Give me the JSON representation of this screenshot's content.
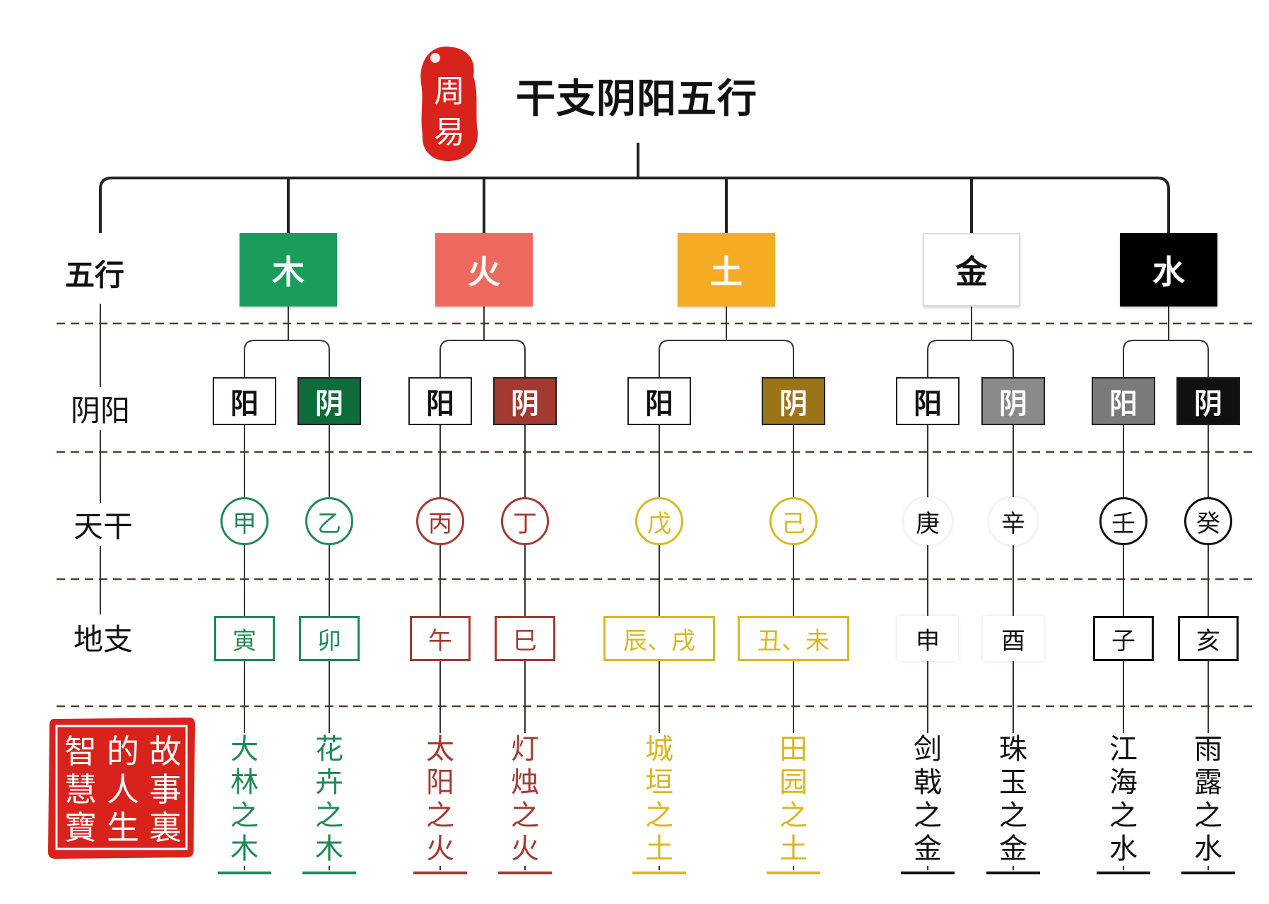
{
  "title": "干支阴阳五行",
  "row_labels": {
    "wuxing": "五行",
    "yinyang": "阴阳",
    "tiangan": "天干",
    "dizhi": "地支"
  },
  "seals": {
    "top": "周易",
    "bottom": "故事裏的人生智慧寶"
  },
  "colors": {
    "wood": "#1a9d5c",
    "fire": "#ef6a5e",
    "earth": "#f5ac25",
    "metal": "#ffffff",
    "water": "#000000",
    "dashed": "#5a3e2b",
    "seal_red": "#d8231c"
  },
  "elements": [
    {
      "name": "木",
      "bg": "#1a9d5c",
      "text": "#ffffff",
      "yang": {
        "label": "阳",
        "bg": "#ffffff",
        "text": "#111111"
      },
      "yin": {
        "label": "阴",
        "bg": "#0e6b3a",
        "text": "#ffffff"
      },
      "stems": [
        {
          "char": "甲",
          "color": "#1f8a55",
          "circle": true
        },
        {
          "char": "乙",
          "color": "#1f8a55",
          "circle": true
        }
      ],
      "branches": [
        {
          "text": "寅",
          "color": "#1f8a55",
          "box": true
        },
        {
          "text": "卯",
          "color": "#1f8a55",
          "box": true
        }
      ],
      "nayin": [
        [
          "大",
          "林",
          "之",
          "木"
        ],
        [
          "花",
          "卉",
          "之",
          "木"
        ]
      ],
      "nayin_color": "#1f8a55"
    },
    {
      "name": "火",
      "bg": "#ef6a5e",
      "text": "#ffffff",
      "yang": {
        "label": "阳",
        "bg": "#ffffff",
        "text": "#111111"
      },
      "yin": {
        "label": "阴",
        "bg": "#a33a31",
        "text": "#ffffff"
      },
      "stems": [
        {
          "char": "丙",
          "color": "#a33a31",
          "circle": true
        },
        {
          "char": "丁",
          "color": "#a33a31",
          "circle": true
        }
      ],
      "branches": [
        {
          "text": "午",
          "color": "#a33a31",
          "box": true
        },
        {
          "text": "巳",
          "color": "#a33a31",
          "box": true
        }
      ],
      "nayin": [
        [
          "太",
          "阳",
          "之",
          "火"
        ],
        [
          "灯",
          "烛",
          "之",
          "火"
        ]
      ],
      "nayin_color": "#a33a31"
    },
    {
      "name": "土",
      "bg": "#f5ac25",
      "text": "#ffffff",
      "yang": {
        "label": "阳",
        "bg": "#ffffff",
        "text": "#111111"
      },
      "yin": {
        "label": "阴",
        "bg": "#9a7416",
        "text": "#ffffff"
      },
      "stems": [
        {
          "char": "戊",
          "color": "#d9b723",
          "circle": true
        },
        {
          "char": "己",
          "color": "#d9b723",
          "circle": true
        }
      ],
      "branches": [
        {
          "text": "辰、戌",
          "color": "#d9b723",
          "box": true
        },
        {
          "text": "丑、未",
          "color": "#d9b723",
          "box": true
        }
      ],
      "nayin": [
        [
          "城",
          "垣",
          "之",
          "土"
        ],
        [
          "田",
          "园",
          "之",
          "土"
        ]
      ],
      "nayin_color": "#d9b723"
    },
    {
      "name": "金",
      "bg": "#ffffff",
      "text": "#111111",
      "yang": {
        "label": "阳",
        "bg": "#ffffff",
        "text": "#111111"
      },
      "yin": {
        "label": "阴",
        "bg": "#8a8a8a",
        "text": "#ffffff"
      },
      "stems": [
        {
          "char": "庚",
          "color": "#111111",
          "circle": false
        },
        {
          "char": "辛",
          "color": "#111111",
          "circle": false
        }
      ],
      "branches": [
        {
          "text": "申",
          "color": "#111111",
          "box": false
        },
        {
          "text": "酉",
          "color": "#111111",
          "box": false
        }
      ],
      "nayin": [
        [
          "剑",
          "戟",
          "之",
          "金"
        ],
        [
          "珠",
          "玉",
          "之",
          "金"
        ]
      ],
      "nayin_color": "#111111"
    },
    {
      "name": "水",
      "bg": "#000000",
      "text": "#ffffff",
      "yang": {
        "label": "阳",
        "bg": "#7a7a7a",
        "text": "#ffffff"
      },
      "yin": {
        "label": "阴",
        "bg": "#111111",
        "text": "#ffffff"
      },
      "stems": [
        {
          "char": "壬",
          "color": "#111111",
          "circle": true
        },
        {
          "char": "癸",
          "color": "#111111",
          "circle": true
        }
      ],
      "branches": [
        {
          "text": "子",
          "color": "#111111",
          "box": true
        },
        {
          "text": "亥",
          "color": "#111111",
          "box": true
        }
      ],
      "nayin": [
        [
          "江",
          "海",
          "之",
          "水"
        ],
        [
          "雨",
          "露",
          "之",
          "水"
        ]
      ],
      "nayin_color": "#111111"
    }
  ]
}
